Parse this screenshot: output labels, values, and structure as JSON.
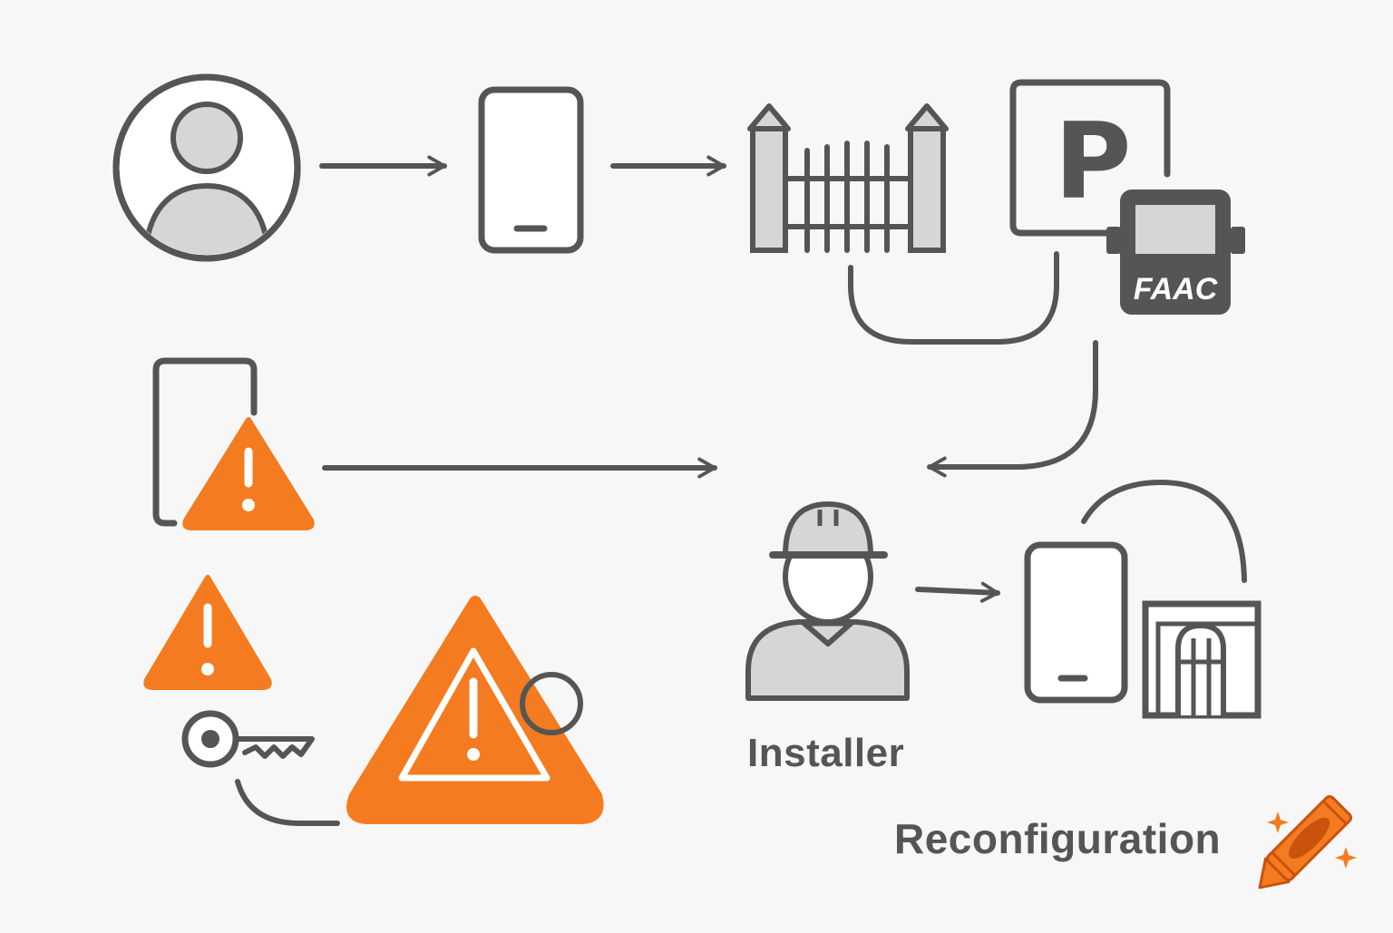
{
  "colors": {
    "stroke": "#555555",
    "fill_gray": "#d6d6d6",
    "accent_orange": "#f47b20",
    "background": "#f7f7f7"
  },
  "labels": {
    "faac_brand": "FAAC",
    "parking_sign": "P",
    "installer": "Installer",
    "reconfiguration": "Reconfiguration"
  },
  "icons": [
    "user-avatar-icon",
    "smartphone-icon",
    "gate-icon",
    "parking-sign-icon",
    "faac-controller-icon",
    "phone-warning-icon",
    "warning-icon",
    "key-icon",
    "large-warning-icon",
    "installer-icon",
    "phone-gate-icon",
    "crayon-logo-icon"
  ]
}
